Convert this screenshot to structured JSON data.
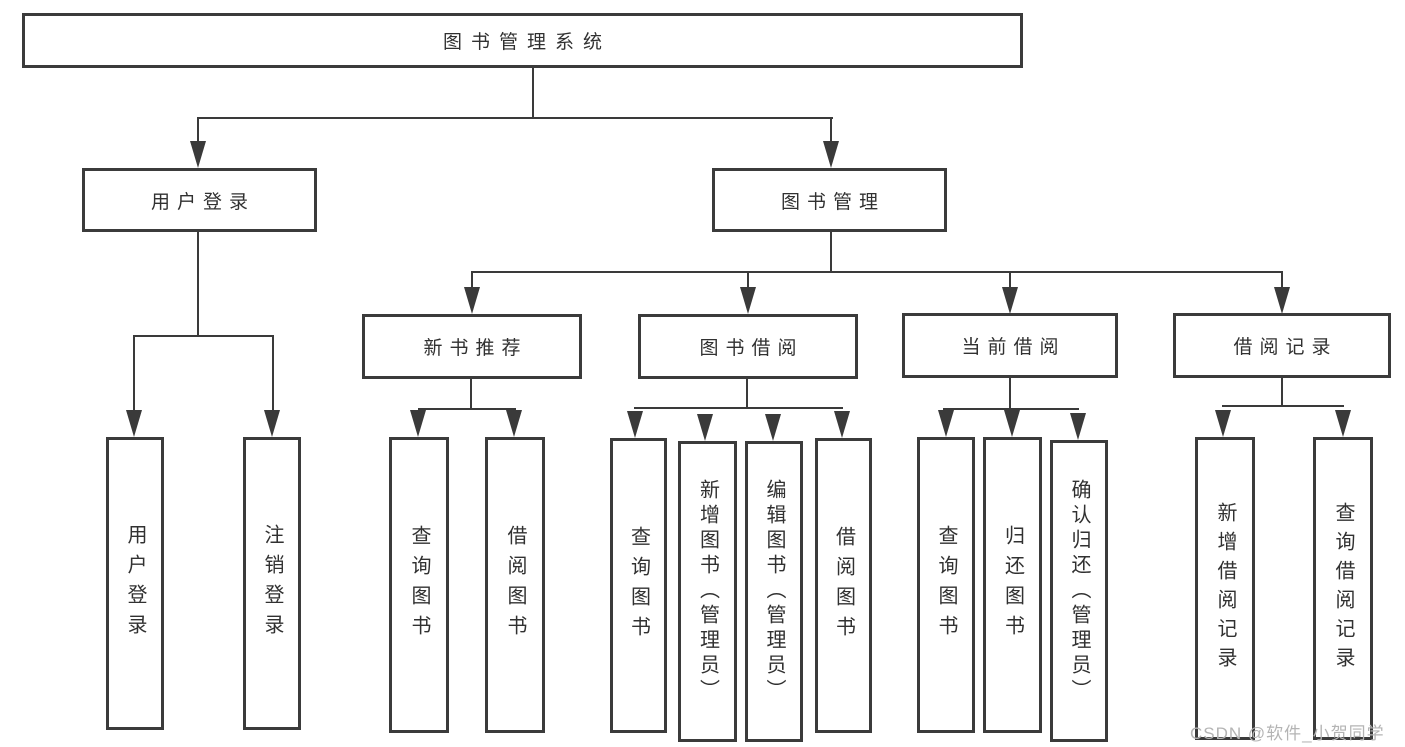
{
  "diagram_title": "图书管理系统",
  "tree": {
    "label": "图书管理系统",
    "children": [
      {
        "label": "用户登录",
        "children": [
          {
            "label": "用户登录"
          },
          {
            "label": "注销登录"
          }
        ]
      },
      {
        "label": "图书管理",
        "children": [
          {
            "label": "新书推荐",
            "children": [
              {
                "label": "查询图书"
              },
              {
                "label": "借阅图书"
              }
            ]
          },
          {
            "label": "图书借阅",
            "children": [
              {
                "label": "查询图书"
              },
              {
                "label": "新增图书（管理员）"
              },
              {
                "label": "编辑图书（管理员）"
              },
              {
                "label": "借阅图书"
              }
            ]
          },
          {
            "label": "当前借阅",
            "children": [
              {
                "label": "查询图书"
              },
              {
                "label": "归还图书"
              },
              {
                "label": "确认归还（管理员）"
              }
            ]
          },
          {
            "label": "借阅记录",
            "children": [
              {
                "label": "新增借阅记录"
              },
              {
                "label": "查询借阅记录"
              }
            ]
          }
        ]
      }
    ]
  },
  "watermark": "CSDN @软件_小贺同学",
  "colors": {
    "line": "#3a3a3a",
    "border": "#3b3b3b",
    "text": "#313131",
    "watermark": "#b4b4b4",
    "background": "#ffffff"
  }
}
